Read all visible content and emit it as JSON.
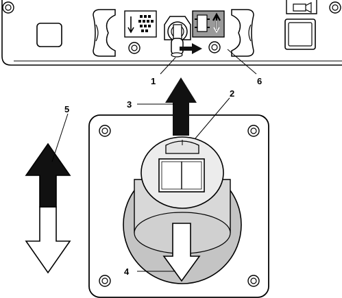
{
  "diagram": {
    "callouts": {
      "c1": "1",
      "c2": "2",
      "c3": "3",
      "c4": "4",
      "c5": "5",
      "c6": "6"
    },
    "icons": {
      "left_panel_symbol": "lower-implement-icon",
      "right_panel_symbol": "raise-implement-icon",
      "far_right_symbol": "horn-icon",
      "toggle_switch": "toggle-switch-icon"
    },
    "colors": {
      "line": "#000000",
      "fill_dark": "#111111",
      "fill_light": "#ffffff",
      "knob_light": "#ececec",
      "knob_mid": "#d8d8d8",
      "knob_dark": "#c4c4c4",
      "icon_highlight": "#9a9a9a"
    }
  }
}
